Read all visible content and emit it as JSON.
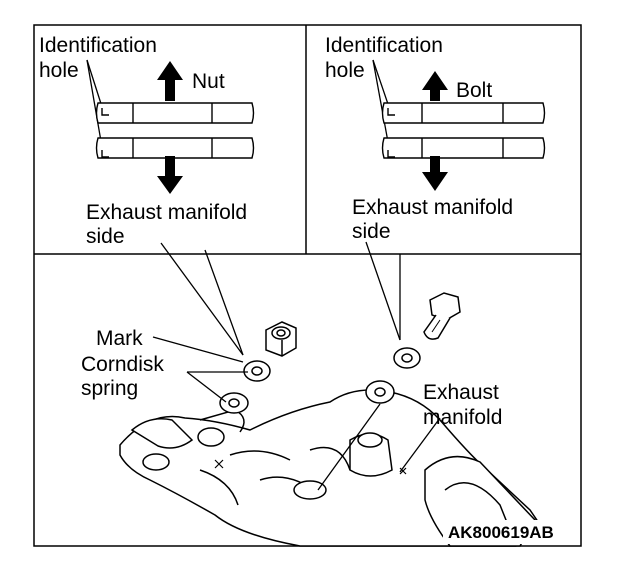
{
  "left_panel": {
    "identification_label_line1": "Identification",
    "identification_label_line2": "hole",
    "fastener_label": "Nut",
    "side_label_line1": "Exhaust manifold",
    "side_label_line2": "side"
  },
  "right_panel": {
    "identification_label_line1": "Identification",
    "identification_label_line2": "hole",
    "fastener_label": "Bolt",
    "side_label_line1": "Exhaust manifold",
    "side_label_line2": "side"
  },
  "main": {
    "mark_label": "Mark",
    "spring_label_line1": "Corndisk",
    "spring_label_line2": "spring",
    "manifold_label_line1": "Exhaust",
    "manifold_label_line2": "manifold",
    "figure_code": "AK800619AB"
  },
  "colors": {
    "line": "#000000",
    "background": "#ffffff"
  }
}
